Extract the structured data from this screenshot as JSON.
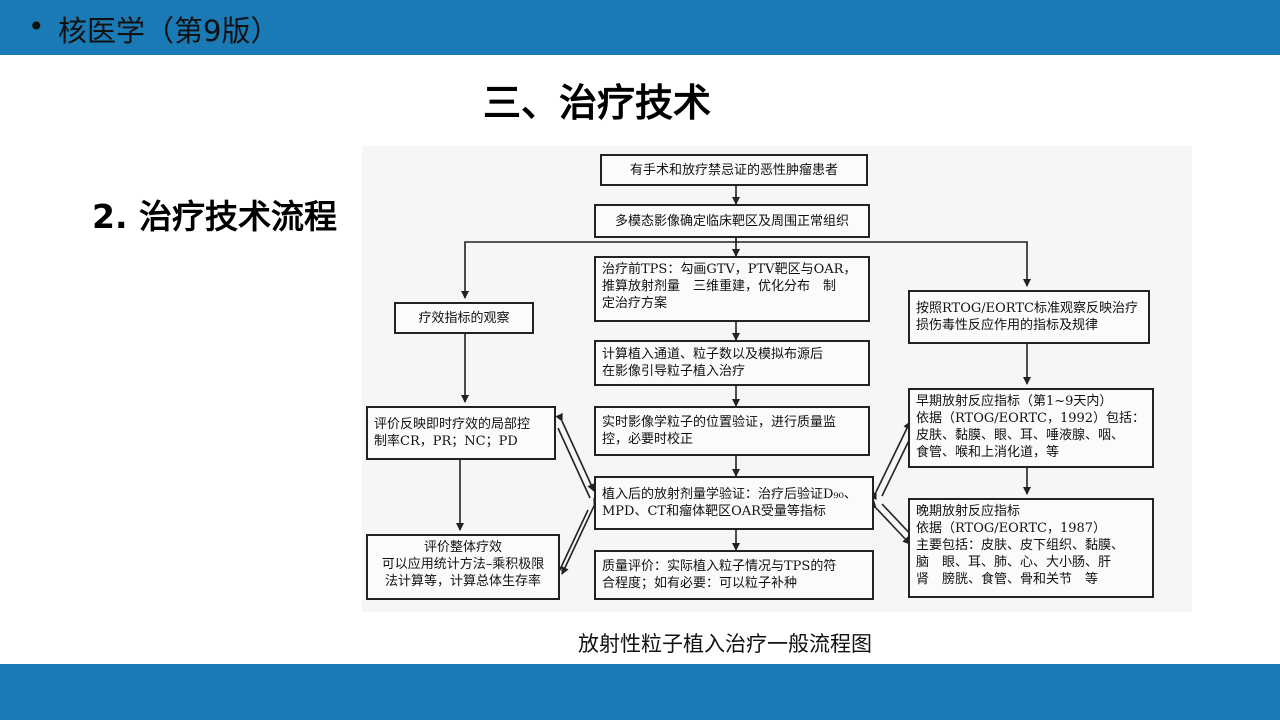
{
  "header": {
    "bullet": "•",
    "course": "核医学（第9版）"
  },
  "slide_title": "三、治疗技术",
  "section_title": "2. 治疗技术流程",
  "flowchart": {
    "patient": "有手术和放疗禁忌证的恶性肿瘤患者",
    "imaging": "多模态影像确定临床靶区及周围正常组织",
    "tps": "治疗前TPS：勾画GTV，PTV靶区与OAR，\n推算放射剂量　三维重建，优化分布　制\n定治疗方案",
    "implant": "计算植入通道、粒子数以及模拟布源后\n在影像引导粒子植入治疗",
    "realtime": "实时影像学粒子的位置验证，进行质量监\n控，必要时校正",
    "dosimetry": "植入后的放射剂量学验证：治疗后验证D₉₀、\nMPD、CT和瘤体靶区OAR受量等指标",
    "quality": "质量评价：实际植入粒子情况与TPS的符\n合程度；如有必要：可以粒子补种",
    "efficacy_obs": "疗效指标的观察",
    "local_control": "评价反映即时疗效的局部控\n制率CR，PR；NC；PD",
    "overall": "评价整体疗效\n可以应用统计方法–乘积极限\n法计算等，计算总体生存率",
    "rtog_observe": "按照RTOG/EORTC标准观察反映治疗\n损伤毒性反应作用的指标及规律",
    "early": "早期放射反应指标（第1~9天内）\n依据（RTOG/EORTC，1992）包括：\n皮肤、黏膜、眼、耳、唾液腺、咽、\n食管、喉和上消化道，等",
    "late": "晚期放射反应指标\n依据（RTOG/EORTC，1987）\n主要包括：皮肤、皮下组织、黏膜、\n脑　眼、耳、肺、心、大小肠、肝\n肾　膀胱、食管、骨和关节　等"
  },
  "caption": "放射性粒子植入治疗一般流程图",
  "colors": {
    "bar": "#1a7ab5",
    "box_border": "#222222",
    "figure_bg": "#f6f6f4"
  }
}
